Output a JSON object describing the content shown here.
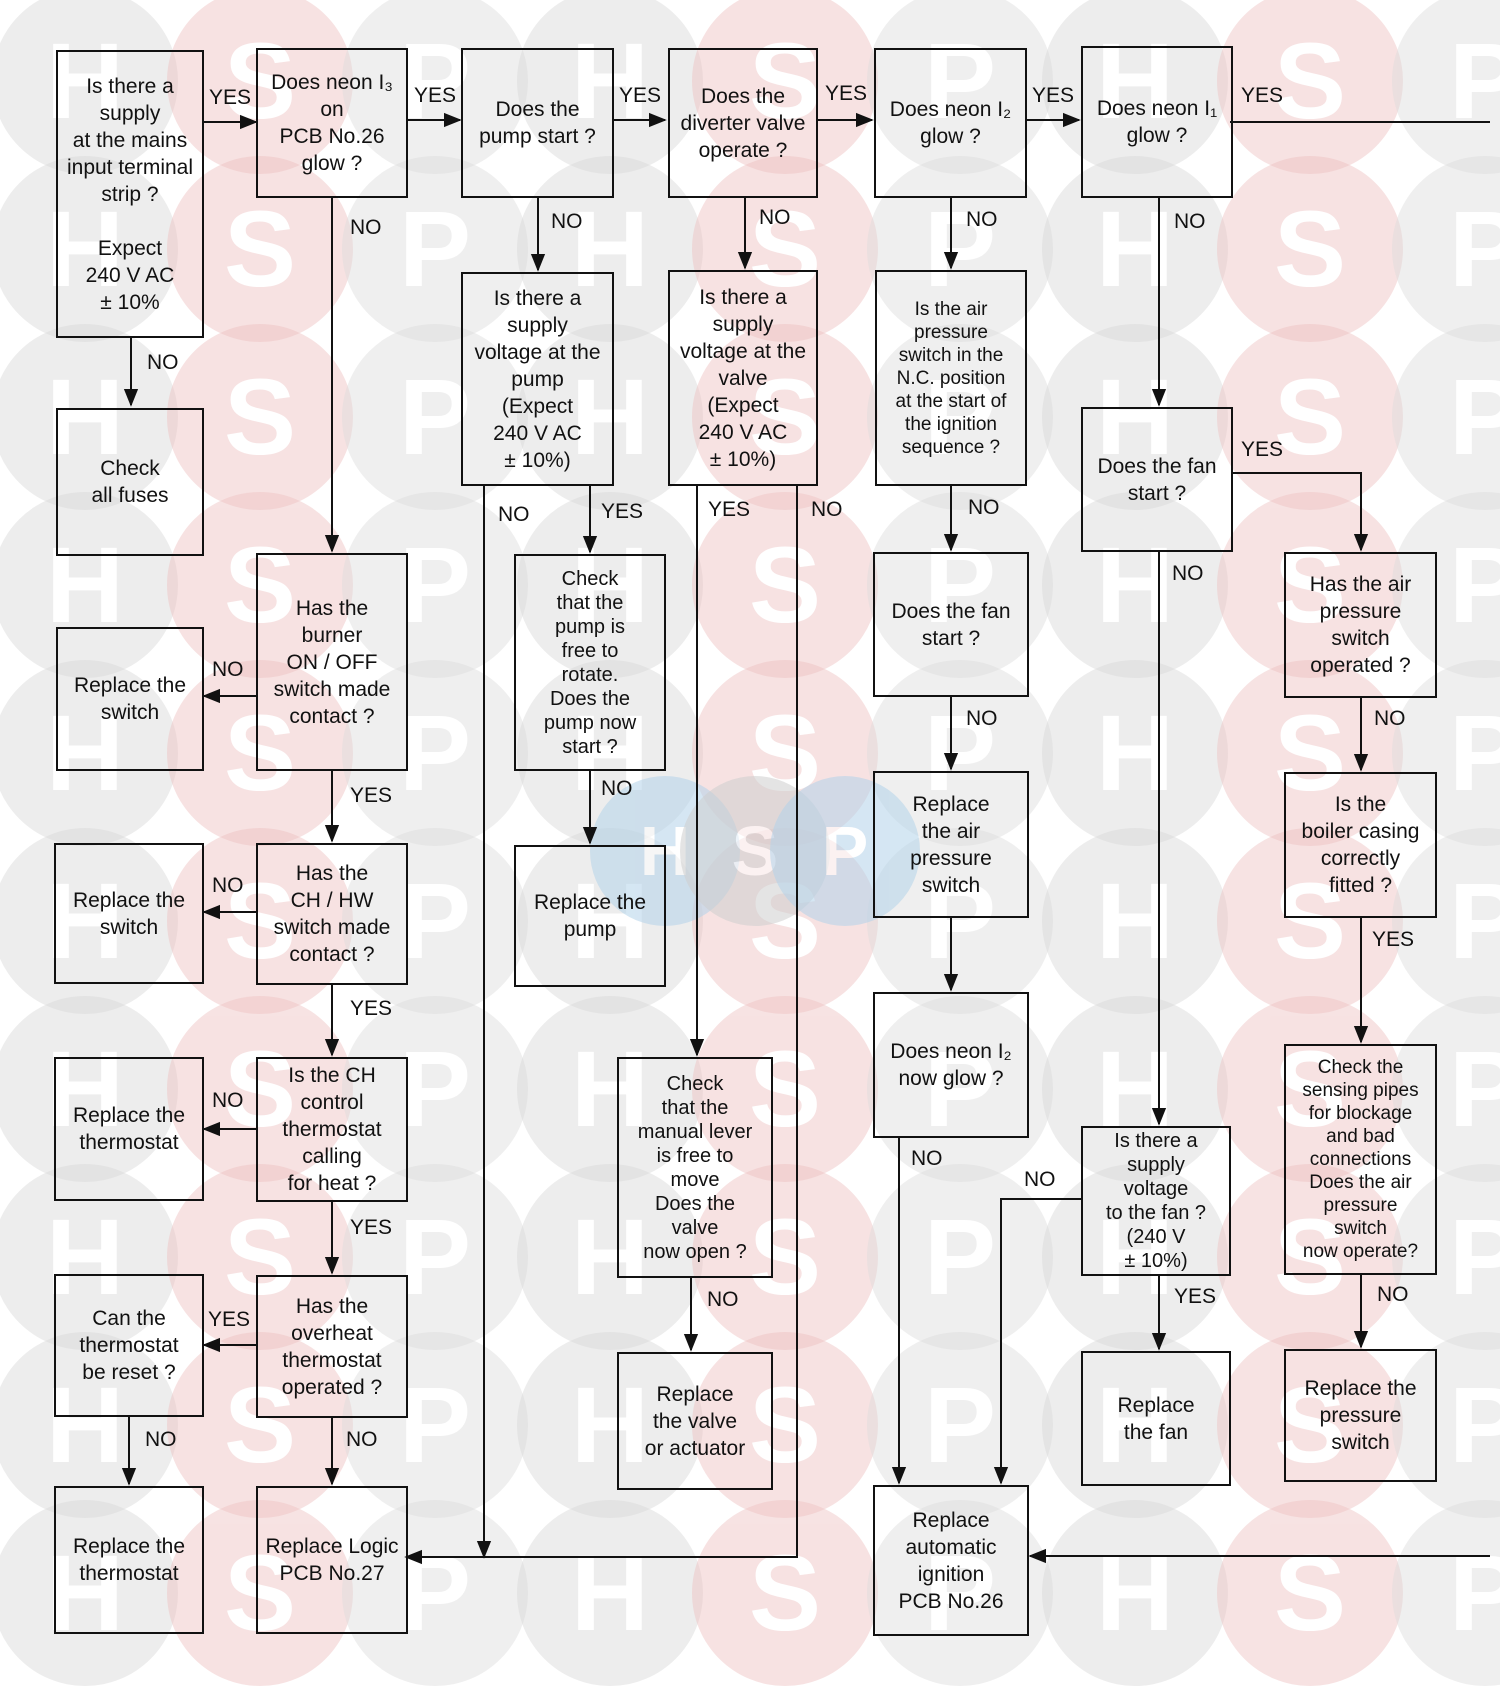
{
  "watermark": {
    "letters": [
      "H",
      "S",
      "P"
    ],
    "colors": [
      "#d8d8d8",
      "#eec0c0",
      "#dcdcdc"
    ],
    "center_colors": [
      "#b3d3ea",
      "#cfcfcf",
      "#b3d3ea"
    ]
  },
  "labels": {
    "yes": "YES",
    "no": "NO"
  },
  "boxes": [
    {
      "id": "mains",
      "lines": [
        "Is there a",
        "supply",
        "at the mains",
        "input terminal",
        "strip ?",
        "",
        "Expect",
        "240 V AC",
        "± 10%"
      ]
    },
    {
      "id": "fuses",
      "lines": [
        "Check",
        "all fuses"
      ]
    },
    {
      "id": "neon3",
      "lines": [
        "Does neon I₃",
        "on",
        "PCB No.26",
        "glow ?"
      ]
    },
    {
      "id": "burner",
      "lines": [
        "Has the",
        "burner",
        "ON / OFF",
        "switch made",
        "contact ?"
      ]
    },
    {
      "id": "rep_switch1",
      "lines": [
        "Replace the",
        "switch"
      ]
    },
    {
      "id": "chhw",
      "lines": [
        "Has the",
        "CH / HW",
        "switch made",
        "contact ?"
      ]
    },
    {
      "id": "rep_switch2",
      "lines": [
        "Replace the",
        "switch"
      ]
    },
    {
      "id": "chstat",
      "lines": [
        "Is the CH",
        "control",
        "thermostat",
        "calling",
        "for heat ?"
      ]
    },
    {
      "id": "rep_thermostat1",
      "lines": [
        "Replace the",
        "thermostat"
      ]
    },
    {
      "id": "overheat",
      "lines": [
        "Has the",
        "overheat",
        "thermostat",
        "operated ?"
      ]
    },
    {
      "id": "reset",
      "lines": [
        "Can the",
        "thermostat",
        "be reset ?"
      ]
    },
    {
      "id": "rep_thermostat2",
      "lines": [
        "Replace the",
        "thermostat"
      ]
    },
    {
      "id": "rep_logic",
      "lines": [
        "Replace Logic",
        "PCB No.27"
      ]
    },
    {
      "id": "pump",
      "lines": [
        "Does the",
        "pump start ?"
      ]
    },
    {
      "id": "pump_supply",
      "lines": [
        "Is there a",
        "supply",
        "voltage at the",
        "pump",
        "(Expect",
        "240 V AC",
        "± 10%)"
      ]
    },
    {
      "id": "pump_rotate",
      "lines": [
        "Check",
        "that the",
        "pump is",
        "free to",
        "rotate.",
        "Does the",
        "pump now",
        "start ?"
      ]
    },
    {
      "id": "rep_pump",
      "lines": [
        "Replace the",
        "pump"
      ]
    },
    {
      "id": "diverter",
      "lines": [
        "Does the",
        "diverter valve",
        "operate ?"
      ]
    },
    {
      "id": "valve_supply",
      "lines": [
        "Is there a",
        "supply",
        "voltage at the",
        "valve",
        "(Expect",
        "240 V AC",
        "± 10%)"
      ]
    },
    {
      "id": "lever",
      "lines": [
        "Check",
        "that the",
        "manual lever",
        "is free to",
        "move",
        "Does the",
        "valve",
        "now open ?"
      ]
    },
    {
      "id": "rep_valve",
      "lines": [
        "Replace",
        "the valve",
        "or actuator"
      ]
    },
    {
      "id": "neon2",
      "lines": [
        "Does neon I₂",
        "glow ?"
      ]
    },
    {
      "id": "airnc",
      "lines": [
        "Is the air",
        "pressure",
        "switch in the",
        "N.C. position",
        "at the start of",
        "the ignition",
        "sequence ?"
      ]
    },
    {
      "id": "fan_start2",
      "lines": [
        "Does the fan",
        "start ?"
      ]
    },
    {
      "id": "rep_air_switch",
      "lines": [
        "Replace",
        "the air",
        "pressure",
        "switch"
      ]
    },
    {
      "id": "neon2_now",
      "lines": [
        "Does neon I₂",
        "now glow ?"
      ]
    },
    {
      "id": "rep_ignition",
      "lines": [
        "Replace",
        "automatic",
        "ignition",
        "PCB No.26"
      ]
    },
    {
      "id": "neon1",
      "lines": [
        "Does neon I₁",
        "glow ?"
      ]
    },
    {
      "id": "fan_start1",
      "lines": [
        "Does the fan",
        "start ?"
      ]
    },
    {
      "id": "fan_supply",
      "lines": [
        "Is there a",
        "supply",
        "voltage",
        "to the fan ?",
        "(240 V",
        "± 10%)"
      ]
    },
    {
      "id": "rep_fan",
      "lines": [
        "Replace",
        "the fan"
      ]
    },
    {
      "id": "air_operated",
      "lines": [
        "Has the air",
        "pressure",
        "switch",
        "operated ?"
      ]
    },
    {
      "id": "casing",
      "lines": [
        "Is the",
        "boiler casing",
        "correctly",
        "fitted ?"
      ]
    },
    {
      "id": "sensing",
      "lines": [
        "Check the",
        "sensing pipes",
        "for blockage",
        "and bad",
        "connections",
        "Does the air",
        "pressure",
        "switch",
        "now operate?"
      ]
    },
    {
      "id": "rep_pressure",
      "lines": [
        "Replace the",
        "pressure",
        "switch"
      ]
    }
  ]
}
